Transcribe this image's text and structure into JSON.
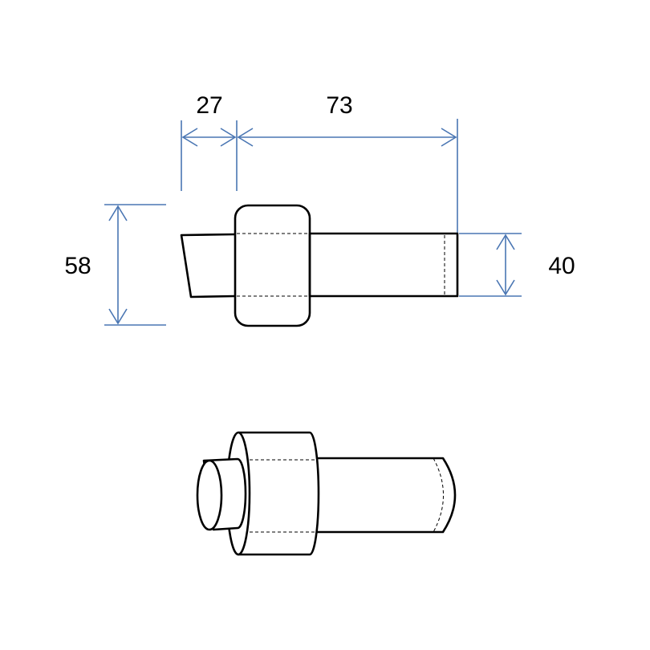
{
  "dimensions": {
    "total_diameter": "58",
    "tip_length": "27",
    "body_length": "73",
    "shaft_diameter": "40"
  },
  "colors": {
    "outline": "#000000",
    "dimension_line": "#4a76b3",
    "background": "#ffffff"
  }
}
